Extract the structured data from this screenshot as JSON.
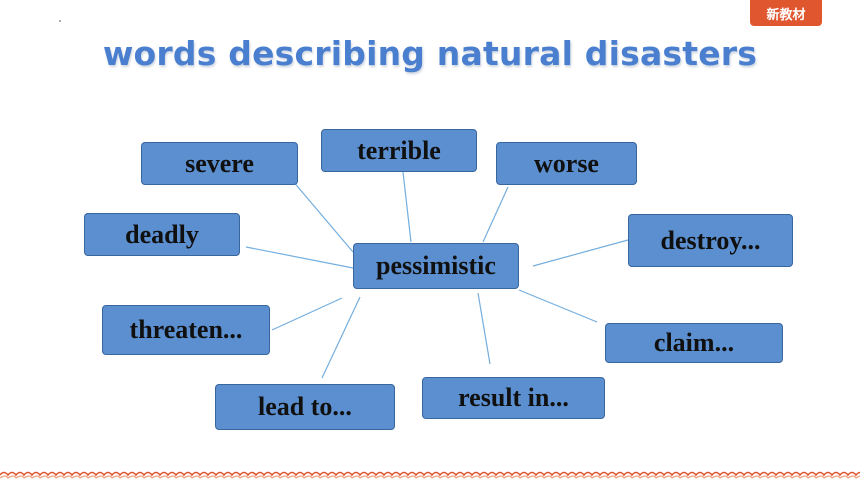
{
  "badge": {
    "label": "新教材"
  },
  "title": "words describing natural disasters",
  "center": {
    "label": "pessimistic"
  },
  "nodes": {
    "severe": "severe",
    "terrible": "terrible",
    "worse": "worse",
    "deadly": "deadly",
    "destroy": "destroy...",
    "threaten": "threaten...",
    "claim": "claim...",
    "lead_to": "lead to...",
    "result_in": "result in..."
  },
  "colors": {
    "box_fill": "#5b8fcf",
    "box_border": "#38669e",
    "connector": "#74aede",
    "title": "#4a7fd0",
    "badge": "#e0572f",
    "wave": "#e0572f"
  }
}
